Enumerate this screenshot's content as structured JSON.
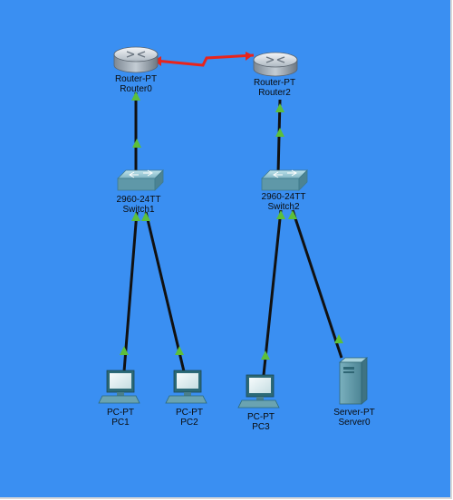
{
  "devices": {
    "router0": {
      "model": "Router-PT",
      "name": "Router0",
      "icon": "router-icon"
    },
    "router2": {
      "model": "Router-PT",
      "name": "Router2",
      "icon": "router-icon"
    },
    "switch1": {
      "model": "2960-24TT",
      "name": "Switch1",
      "icon": "switch-icon"
    },
    "switch2": {
      "model": "2960-24TT",
      "name": "Switch2",
      "icon": "switch-icon"
    },
    "pc1": {
      "model": "PC-PT",
      "name": "PC1",
      "icon": "pc-icon"
    },
    "pc2": {
      "model": "PC-PT",
      "name": "PC2",
      "icon": "pc-icon"
    },
    "pc3": {
      "model": "PC-PT",
      "name": "PC3",
      "icon": "pc-icon"
    },
    "server0": {
      "model": "Server-PT",
      "name": "Server0",
      "icon": "server-icon"
    }
  },
  "links": [
    {
      "from": "router0",
      "to": "router2",
      "type": "serial",
      "color": "#e8241c"
    },
    {
      "from": "router0",
      "to": "switch1",
      "type": "copper-straight",
      "color": "#111111"
    },
    {
      "from": "router2",
      "to": "switch2",
      "type": "copper-straight",
      "color": "#111111"
    },
    {
      "from": "switch1",
      "to": "pc1",
      "type": "copper-straight",
      "color": "#111111"
    },
    {
      "from": "switch1",
      "to": "pc2",
      "type": "copper-straight",
      "color": "#111111"
    },
    {
      "from": "switch2",
      "to": "pc3",
      "type": "copper-straight",
      "color": "#111111"
    },
    {
      "from": "switch2",
      "to": "server0",
      "type": "copper-straight",
      "color": "#111111"
    }
  ],
  "colors": {
    "workspace": "#3a8ff2",
    "link_up": "#5cbf3a",
    "serial_link_end": "#e8241c"
  }
}
